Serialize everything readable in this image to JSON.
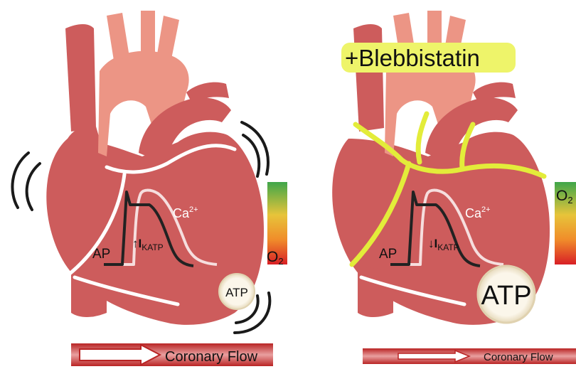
{
  "left_panel": {
    "ap_label": "AP",
    "calcium_base": "Ca",
    "calcium_sup": "2+",
    "katp_arrows": "↑",
    "katp_i": "I",
    "katp_sub": "KATP",
    "atp_label": "ATP",
    "oxygen_base": "O",
    "oxygen_sub": "2",
    "flow_label": "Coronary Flow"
  },
  "right_panel": {
    "treatment_label": "+Blebbistatin",
    "ap_label": "AP",
    "calcium_base": "Ca",
    "calcium_sup": "2+",
    "katp_arrows": "↓",
    "katp_i": "I",
    "katp_sub": "KATP",
    "atp_label": "ATP",
    "oxygen_base": "O",
    "oxygen_sub": "2",
    "flow_label": "Coronary Flow"
  },
  "colors": {
    "heart": "#cd5c5c",
    "aorta": "#ec9585",
    "ap_trace": "#222222",
    "calcium_trace": "#f6dede",
    "coronary_vessels": "#e3ec3a",
    "highlight": "#eef46a",
    "oxygen_gradient": [
      "#3fa64a",
      "#e7c43a",
      "#f08c2a",
      "#d81f26"
    ],
    "flow_bar": "#a81818"
  },
  "icons": [
    "tremor-arc-icon",
    "flow-arrow-icon",
    "atp-circle-icon",
    "oxygen-gradient-icon"
  ]
}
